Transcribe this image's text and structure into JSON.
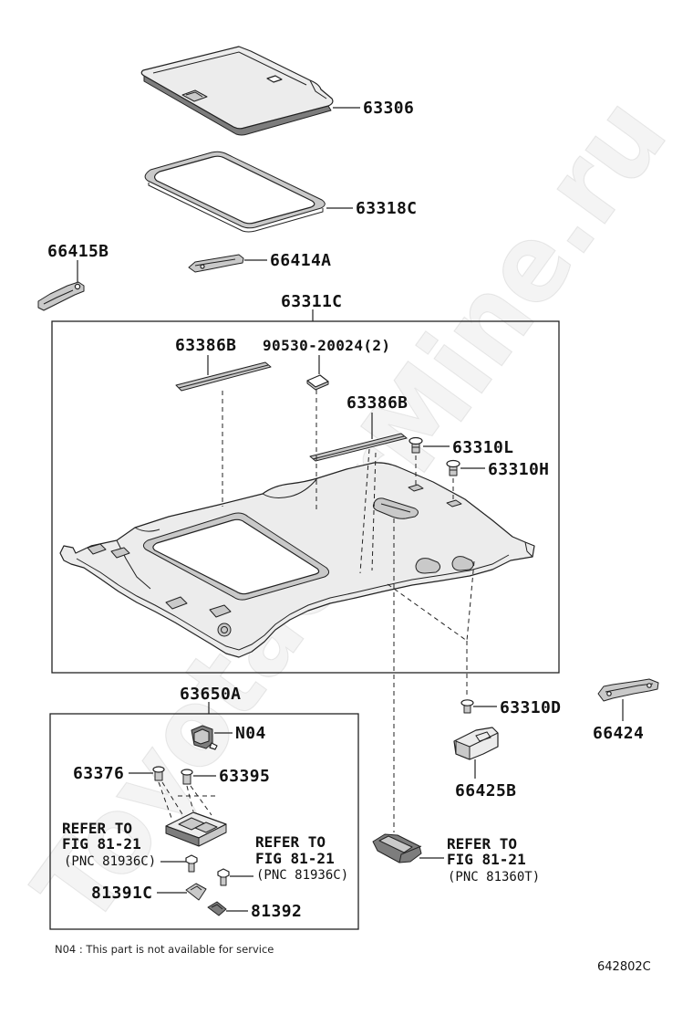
{
  "watermark": "ToyotaCarMine.ru",
  "labels": {
    "p63306": "63306",
    "p63318C": "63318C",
    "p66415B": "66415B",
    "p66414A": "66414A",
    "p63311C": "63311C",
    "p63386B_1": "63386B",
    "p90530": "90530-20024(2)",
    "p63386B_2": "63386B",
    "p63310L": "63310L",
    "p63310H": "63310H",
    "p63650A": "63650A",
    "pN04": "N04",
    "p63376": "63376",
    "p63395": "63395",
    "p81391C": "81391C",
    "p81392": "81392",
    "p63310D": "63310D",
    "p66424": "66424",
    "p66425B": "66425B"
  },
  "refer_notes": [
    {
      "line1": "REFER TO",
      "line2": "FIG 81-21",
      "line3": "(PNC 81936C)"
    },
    {
      "line1": "REFER TO",
      "line2": "FIG 81-21",
      "line3": "(PNC 81936C)"
    },
    {
      "line1": "REFER TO",
      "line2": "FIG 81-21",
      "line3": "(PNC 81360T)"
    }
  ],
  "footnote": "N04 : This part is not available for service",
  "figure_code": "642802C"
}
